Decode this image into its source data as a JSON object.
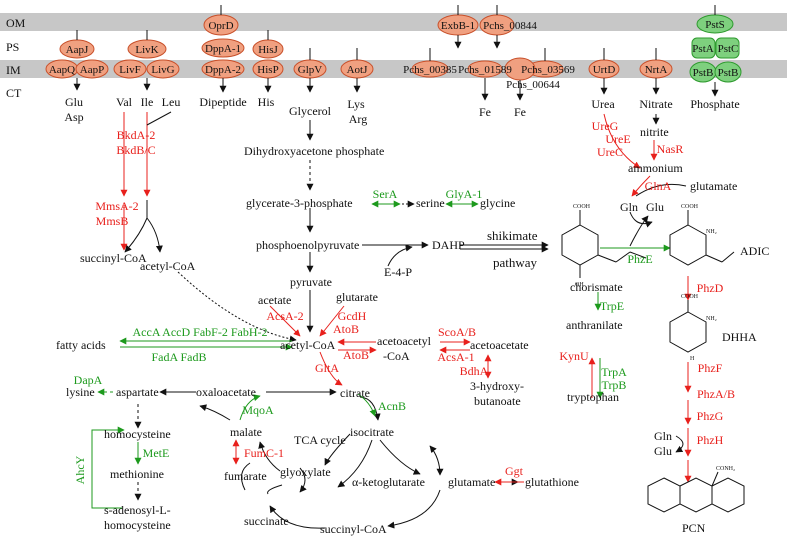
{
  "layers": [
    "OM",
    "PS",
    "IM",
    "CT"
  ],
  "colors": {
    "band": "#c7c7c7",
    "transporter": "#f0a080",
    "transporter_stroke": "#c8502a",
    "pst": "#7ed07e",
    "pst_stroke": "#2e9a2e",
    "red": "#e8201c",
    "green": "#1d9a1d",
    "black": "#111111"
  },
  "transporters": {
    "aapj": "AapJ",
    "aapq": "AapQ",
    "aapp": "AapP",
    "livk": "LivK",
    "livf": "LivF",
    "livg": "LivG",
    "oprd": "OprD",
    "dppa1": "DppA-1",
    "dppa2": "DppA-2",
    "hisj": "HisJ",
    "hisp": "HisP",
    "glpv": "GlpV",
    "aotj": "AotJ",
    "pchs00385": "Pchs_00385",
    "pchs01589": "Pchs_01589",
    "pchs03569": "Pchs_03569",
    "pchs00644": "Pchs_00644",
    "exbb1": "ExbB-1",
    "pchs00844": "Pchs_00844",
    "urtd": "UrtD",
    "nrta": "NrtA",
    "psts": "PstS",
    "psta": "PstA",
    "pstc": "PstC",
    "pstb1": "PstB",
    "pstb2": "PstB"
  },
  "substrates": {
    "glu": "Glu",
    "asp": "Asp",
    "val": "Val",
    "ile": "Ile",
    "leu": "Leu",
    "dipeptide": "Dipeptide",
    "his": "His",
    "glycerol": "Glycerol",
    "lys": "Lys",
    "arg": "Arg",
    "fe1": "Fe",
    "fe2": "Fe",
    "urea": "Urea",
    "nitrate": "Nitrate",
    "phosphate": "Phosphate"
  },
  "metabolites": {
    "dhap": "Dihydroxyacetone phosphate",
    "g3p": "glycerate-3-phosphate",
    "serine": "serine",
    "glycine": "glycine",
    "pep": "phosphoenolpyruvate",
    "dahp": "DAHP",
    "e4p": "E-4-P",
    "shikimate": "shikimate",
    "pathway": "pathway",
    "pyruvate": "pyruvate",
    "succinyl_coa_top": "succinyl-CoA",
    "acetyl_coa_top": "acetyl-CoA",
    "acetate": "acetate",
    "glutarate": "glutarate",
    "fatty_acids": "fatty acids",
    "acetyl_coa": "acetyl-CoA",
    "acetoacetyl": "acetoacetyl",
    "coa_suffix": "-CoA",
    "acetoacetate": "acetoacetate",
    "hydroxy1": "3-hydroxy-",
    "hydroxy2": "butanoate",
    "chorismate": "chorismate",
    "anthranilate": "anthranilate",
    "tryptophan": "tryptophan",
    "lysine": "lysine",
    "aspartate": "aspartate",
    "oxaloacetate": "oxaloacetate",
    "citrate": "citrate",
    "homocysteine": "homocysteine",
    "methionine": "methionine",
    "sam1": "s-adenosyl-L-",
    "sam2": "homocysteine",
    "malate": "malate",
    "tca": "TCA cycle",
    "isocitrate": "isocitrate",
    "glyoxylate": "glyoxylate",
    "fumarate": "fumarate",
    "akg": "α-ketoglutarate",
    "glutamate_bottom": "glutamate",
    "glutathione": "glutathione",
    "succinate": "succinate",
    "succinyl_coa": "succinyl-CoA",
    "nitrite": "nitrite",
    "ammonium": "ammonium",
    "glutamate_top": "glutamate",
    "gln": "Gln",
    "glu_right": "Glu",
    "adic": "ADIC",
    "dhha": "DHHA",
    "gln2": "Gln",
    "glu2": "Glu",
    "pcn": "PCN",
    "cooh1": "COOH",
    "cooh2": "COOH",
    "cooh3": "COOH",
    "conh2": "CONH₂",
    "nh2_adic": "NH₂",
    "nh2_dhha": "NH₂",
    "oh": "OH",
    "h_label": "H"
  },
  "enzymes": {
    "bkda2": "BkdA-2",
    "bkdbc": "BkdB/C",
    "mmsa2": "MmsA-2",
    "mmsb": "MmsB",
    "sera": "SerA",
    "glya1": "GlyA-1",
    "acsa2": "AcsA-2",
    "gcdh": "GcdH",
    "atob1": "AtoB",
    "atob2": "AtoB",
    "scoab": "ScoA/B",
    "acsa1": "AcsA-1",
    "bdha": "BdhA",
    "fas1": "AccA  AccD  FabF-2  FabH-2",
    "fas2": "FadA   FadB",
    "glta": "GltA",
    "dapa": "DapA",
    "metE": "MetE",
    "ahcy": "AhcY",
    "mqoa": "MqoA",
    "acnb": "AcnB",
    "fumc1": "FumC-1",
    "ggt": "Ggt",
    "ureg": "UreG",
    "uree": "UreE",
    "urec": "UreC",
    "nasr": "NasR",
    "glna": "GlnA",
    "phze": "PhzE",
    "trpe": "TrpE",
    "kynu": "KynU",
    "trpa": "TrpA",
    "trpb": "TrpB",
    "phzd": "PhzD",
    "phzf": "PhzF",
    "phzab": "PhzA/B",
    "phzg": "PhzG",
    "phzh": "PhzH"
  }
}
